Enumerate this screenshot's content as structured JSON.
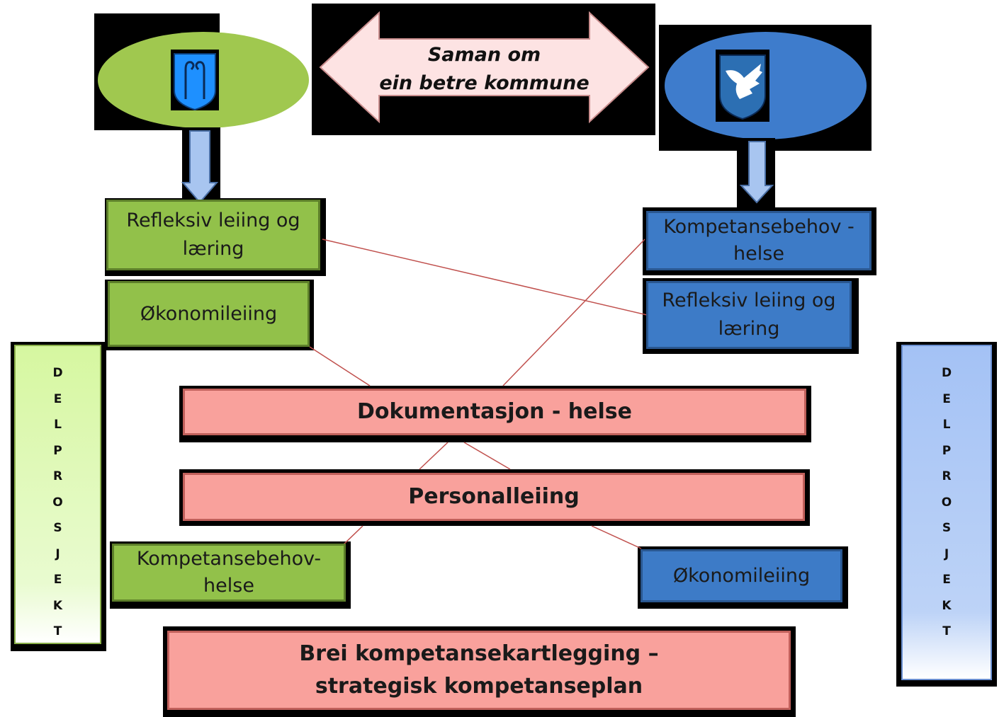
{
  "header": {
    "banner_line1": "Saman om",
    "banner_line2": "ein betre kommune"
  },
  "left_column": {
    "items": [
      {
        "line1": "Refleksiv leiing og",
        "line2": "læring"
      },
      {
        "line1": "Økonomileiing",
        "line2": ""
      },
      {
        "line1": "Kompetansebehov-",
        "line2": "helse"
      }
    ],
    "side_label": [
      "D",
      "E",
      "L",
      "P",
      "R",
      "O",
      "S",
      "J",
      "E",
      "K",
      "T"
    ]
  },
  "right_column": {
    "items": [
      {
        "line1": "Kompetansebehov -",
        "line2": "helse"
      },
      {
        "line1": "Refleksiv leiing og",
        "line2": "læring"
      },
      {
        "line1": "Økonomileiing",
        "line2": ""
      }
    ],
    "side_label": [
      "D",
      "E",
      "L",
      "P",
      "R",
      "O",
      "S",
      "J",
      "E",
      "K",
      "T"
    ]
  },
  "center": {
    "box1": "Dokumentasjon - helse",
    "box2": "Personalleiing",
    "box3_line1": "Brei kompetansekartlegging –",
    "box3_line2": "strategisk kompetanseplan"
  },
  "colors": {
    "green": "#92c14a",
    "blue": "#3d7bc7",
    "pink": "#f9a19c",
    "arrow_fill": "#fde3e3",
    "down_arrow": "#a8c5f0",
    "connector": "#c0504d"
  },
  "icons": {
    "left_crest": "shield-crosiers-icon",
    "right_crest": "shield-wing-icon"
  }
}
